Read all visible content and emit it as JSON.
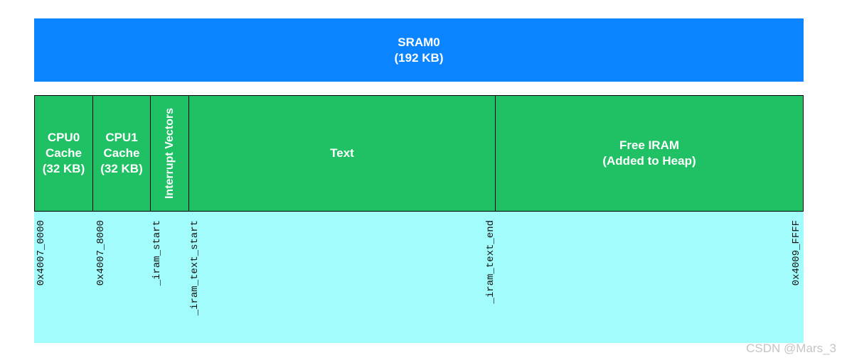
{
  "sram": {
    "title": "SRAM0",
    "size": "(192 KB)"
  },
  "segments": {
    "cpu0": {
      "line1": "CPU0",
      "line2": "Cache",
      "line3": "(32 KB)"
    },
    "cpu1": {
      "line1": "CPU1",
      "line2": "Cache",
      "line3": "(32 KB)"
    },
    "interrupt_vectors": {
      "label": "Interrupt Vectors"
    },
    "text": {
      "label": "Text"
    },
    "free_iram": {
      "line1": "Free IRAM",
      "line2": "(Added to Heap)"
    }
  },
  "addresses": {
    "start": "0x4007_0000",
    "cpu1_start": "0x4007_8000",
    "iram_start": "_iram_start",
    "iram_text_start": "_iram_text_start",
    "iram_text_end": "_iram_text_end",
    "end": "0x4009_FFFF"
  },
  "watermark": "CSDN @Mars_3",
  "colors": {
    "sram": "#0a84ff",
    "segments": "#1fc164",
    "address_area": "#a2fcfc"
  }
}
